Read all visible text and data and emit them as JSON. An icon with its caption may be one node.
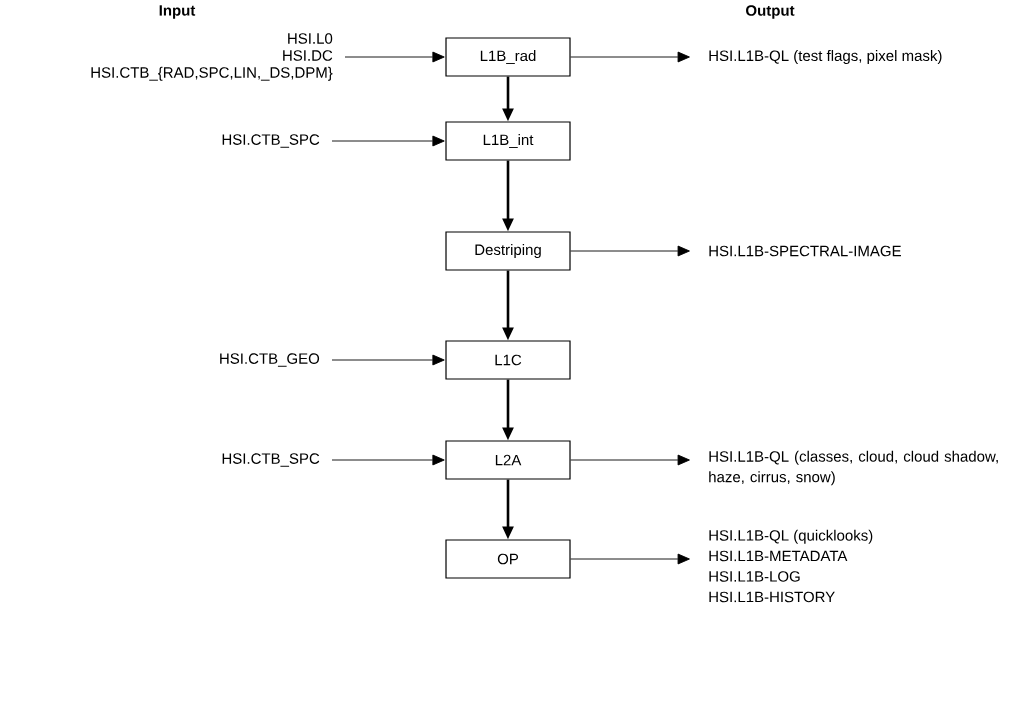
{
  "diagram": {
    "nodes": [
      {
        "text": [
          "HSI.L0",
          "HSI.DC",
          "HSI.CTB_{RAD,SPC,LIN,_DS,DPM}"
        ]
      },
      {
        "text": [
          "L1B_rad"
        ]
      },
      {
        "text": [
          "HSI.L1B-QL (test flags, pixel mask)"
        ]
      },
      {
        "text": [
          "HSI.CTB_SPC"
        ]
      },
      {
        "text": [
          "L1B_int"
        ]
      },
      {
        "text": [
          "Destriping"
        ]
      },
      {
        "text": [
          "HSI.L1B-SPECTRAL-IMAGE"
        ]
      },
      {
        "text": [
          "HSI.CTB_GEO"
        ]
      },
      {
        "text": [
          "L1C"
        ]
      },
      {
        "text": [
          "HSI.CTB_SPC"
        ]
      },
      {
        "text": [
          "L2A"
        ]
      },
      {
        "text": [
          "HSI.L1B-QL (classes, cloud, cloud shadow, haze, cirrus, snow)"
        ]
      },
      {
        "text": [
          "OP"
        ]
      },
      {
        "text": [
          "HSI.L1B-QL (quicklooks)",
          "HSI.L1B-METADATA",
          "HSI.L1B-LOG",
          "HSI.L1B-HISTORY"
        ]
      }
    ],
    "edges": [
      {
        "from": 0,
        "to": 1,
        "arrow": "to"
      },
      {
        "from": 1,
        "to": 2,
        "arrow": "to"
      },
      {
        "from": 1,
        "to": 4,
        "arrow": "to",
        "style": "thick"
      },
      {
        "from": 3,
        "to": 4,
        "arrow": "to"
      },
      {
        "from": 4,
        "to": 5,
        "arrow": "to",
        "style": "thick"
      },
      {
        "from": 5,
        "to": 6,
        "arrow": "to"
      },
      {
        "from": 5,
        "to": 8,
        "arrow": "to",
        "style": "thick"
      },
      {
        "from": 7,
        "to": 8,
        "arrow": "to"
      },
      {
        "from": 8,
        "to": 10,
        "arrow": "to",
        "style": "thick"
      },
      {
        "from": 9,
        "to": 10,
        "arrow": "to"
      },
      {
        "from": 10,
        "to": 11,
        "arrow": "to"
      },
      {
        "from": 10,
        "to": 12,
        "arrow": "to",
        "style": "thick"
      },
      {
        "from": 12,
        "to": 13,
        "arrow": "to"
      }
    ],
    "labels": [
      "Input",
      "Output"
    ]
  }
}
